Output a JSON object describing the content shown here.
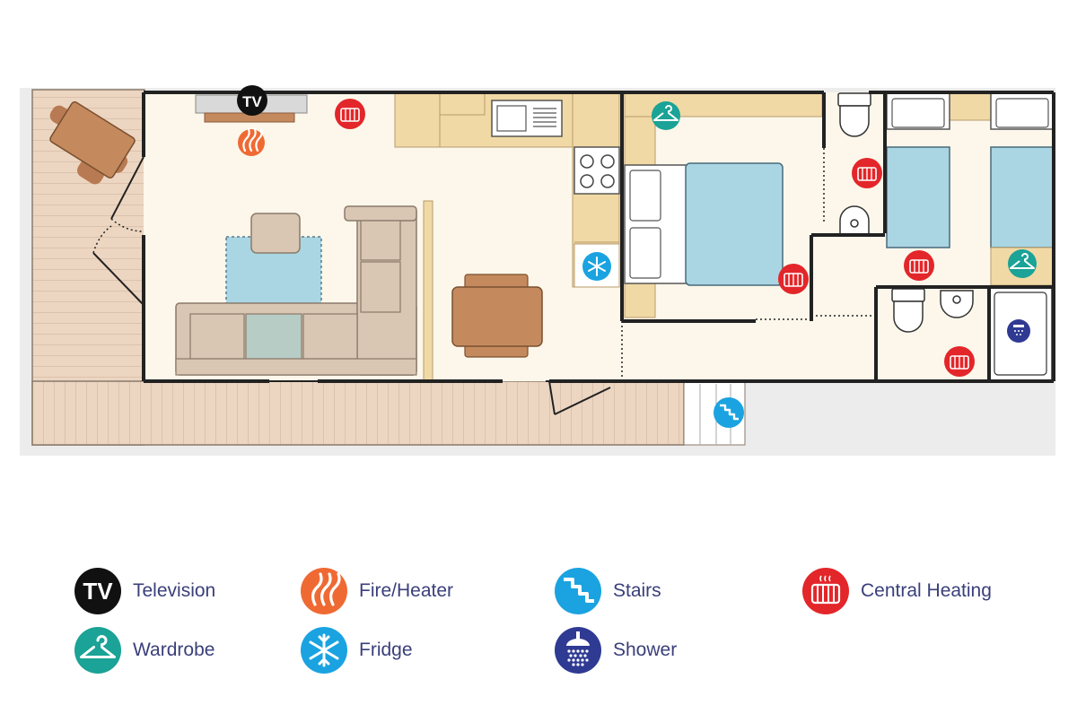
{
  "plan_marker": {
    "tv_text": "TV"
  },
  "legend": {
    "television": "Television",
    "fire_heater": "Fire/Heater",
    "stairs": "Stairs",
    "central_heating": "Central Heating",
    "wardrobe": "Wardrobe",
    "fridge": "Fridge",
    "shower": "Shower"
  },
  "colors": {
    "tv": "#111111",
    "fire": "#ef6a33",
    "stairs": "#1aa3e0",
    "heating": "#e3262a",
    "wardrobe": "#1aa396",
    "fridge": "#1aa3e0",
    "shower": "#2f3a93",
    "floor": "#fcf7ea",
    "decking": "#e9d2bd",
    "wood": "#c48a5e",
    "counter": "#f1d9a5",
    "bed": "#a9d6e2",
    "sofa": "#d9c6b3",
    "wall": "#222222"
  }
}
